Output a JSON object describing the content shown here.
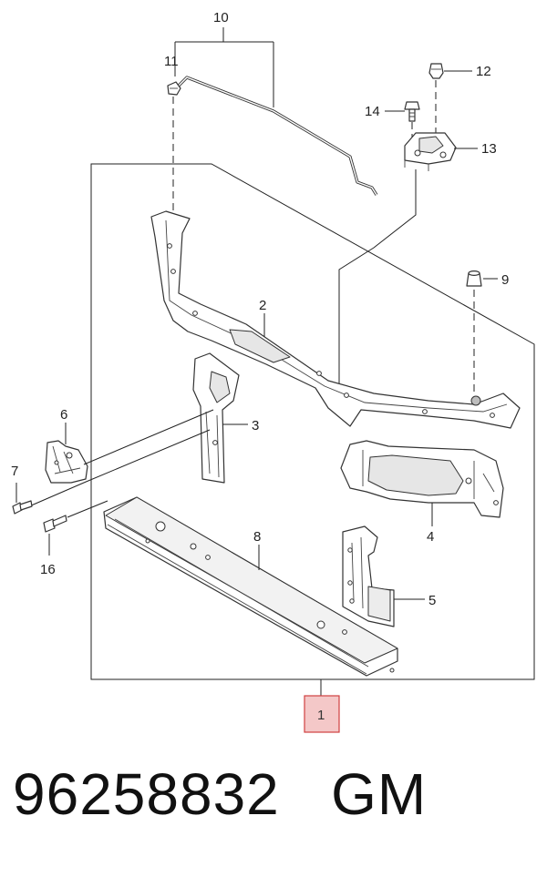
{
  "diagram": {
    "callouts": {
      "c1": "1",
      "c2": "2",
      "c3": "3",
      "c4": "4",
      "c5": "5",
      "c6": "6",
      "c7": "7",
      "c8": "8",
      "c9": "9",
      "c10": "10",
      "c11": "11",
      "c12": "12",
      "c13": "13",
      "c14": "14",
      "c16": "16"
    }
  },
  "footer": {
    "part_number": "96258832",
    "brand": "GM"
  },
  "colors": {
    "highlight_fill": "#f4c8c8",
    "highlight_stroke": "#d04040"
  }
}
